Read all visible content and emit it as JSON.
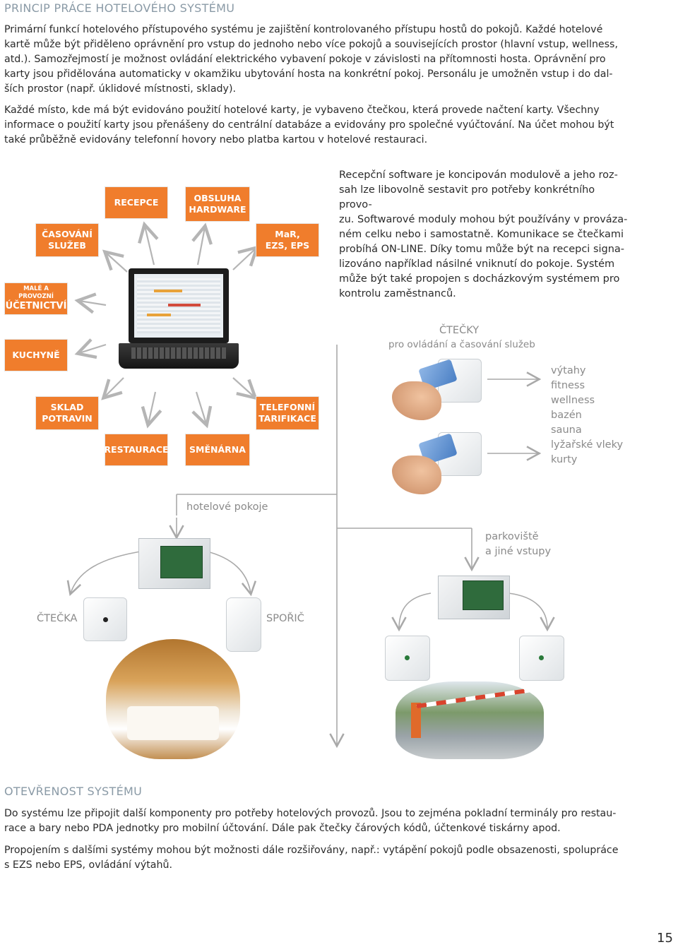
{
  "section1": {
    "title": "PRINCIP PRÁCE HOTELOVÉHO SYSTÉMU",
    "para1_lines": [
      "Primární funkcí hotelového přístupového systému je zajištění kontrolovaného přístupu hostů do pokojů. Každé hotelové",
      "kartě může být přiděleno oprávnění pro vstup do jednoho nebo více pokojů a souvisejících prostor (hlavní vstup, wellness,",
      "atd.). Samozřejmostí je možnost ovládání elektrického vybavení pokoje v závislosti na přítomnosti hosta. Oprávnění pro",
      "karty jsou přidělována automaticky v okamžiku ubytování hosta na konkrétní pokoj. Personálu je umožněn vstup i do dal-",
      "ších prostor (např. úklidové místnosti, sklady)."
    ],
    "para2_lines": [
      "Každé místo, kde má být evidováno použití hotelové karty, je vybaveno čtečkou, která provede načtení karty. Všechny",
      "informace o použití karty jsou přenášeny do centrální databáze a evidovány pro společné vyúčtování. Na účet mohou být",
      "také průběžně evidovány telefonní hovory nebo platba kartou v hotelové restauraci."
    ]
  },
  "modules": {
    "recepce": "RECEPCE",
    "obsluha": "OBSLUHA\nHARDWARE",
    "casovani": "ČASOVÁNÍ\nSLUŽEB",
    "mar": "MaR,\nEZS, EPS",
    "ucetnictvi_small": "MALÉ A PROVOZNÍ",
    "ucetnictvi": "ÚČETNICTVÍ",
    "kuchyne": "KUCHYNĚ",
    "sklad": "SKLAD\nPOTRAVIN",
    "telefonni": "TELEFONNÍ\nTARIFIKACE",
    "restaurace": "RESTAURACE",
    "smenarna": "SMĚNÁRNA"
  },
  "reception_text_lines": [
    "Recepční software je koncipován modulově a jeho roz-",
    "sah lze libovolně sestavit pro potřeby konkrétního provo-",
    "zu. Softwarové moduly mohou být používány v provázа-",
    "ném celku nebo i samostatně. Komunikace se čtečkami",
    "probíhá ON-LINE. Díky tomu může být na recepci signa-",
    "lizováno například násilné vniknutí do pokoje. Systém",
    "může být také propojen s docházkovým systémem pro",
    "kontrolu zaměstnanců."
  ],
  "readers": {
    "title": "ČTEČKY",
    "subtitle": "pro ovládání a časování služeb",
    "services": [
      "výtahy",
      "fitness",
      "wellness",
      "bazén",
      "sauna",
      "lyžařské vleky",
      "kurty"
    ]
  },
  "labels": {
    "rooms": "hotelové pokoje",
    "parking_line1": "parkoviště",
    "parking_line2": "a jiné vstupy",
    "reader": "ČTEČKA",
    "saver": "SPOŘIČ"
  },
  "section2": {
    "title": "OTEVŘENOST SYSTÉMU",
    "para1_lines": [
      "Do systému lze připojit další komponenty pro potřeby hotelových provozů. Jsou to zejména pokladní terminály pro restau-",
      "race a bary nebo PDA jednotky pro mobilní účtování. Dále pak čtečky čárových kódů, účtenkové tiskárny apod."
    ],
    "para2_lines": [
      "Propojením s dalšími systémy mohou být možnosti dále rozšiřovány, např.: vytápění pokojů podle obsazenosti, spolupráce",
      "s EZS nebo EPS, ovládání výtahů."
    ]
  },
  "page_number": "15",
  "colors": {
    "accent": "#f07d2c",
    "title": "#8a9aa6",
    "arrow": "#bdbdbd"
  }
}
